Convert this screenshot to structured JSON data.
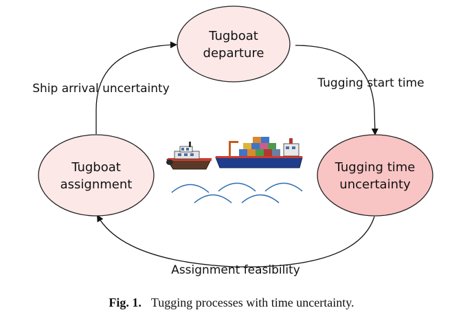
{
  "nodes": {
    "departure": {
      "line1": "Tugboat",
      "line2": "departure"
    },
    "tugging": {
      "line1": "Tugging time",
      "line2": "uncertainty"
    },
    "assignment": {
      "line1": "Tugboat",
      "line2": "assignment"
    }
  },
  "edges": {
    "top_left": "Ship arrival uncertainty",
    "top_right": "Tugging start time",
    "bottom": "Assignment feasibility"
  },
  "caption": {
    "label": "Fig. 1.",
    "text": "Tugging processes with time uncertainty."
  },
  "colors": {
    "light_node_fill": "#fde8e8",
    "strong_node_fill": "#f9c4c4",
    "node_stroke": "#222222",
    "wave": "#2b6cb0",
    "ship_hull": "#1f3d8c"
  }
}
